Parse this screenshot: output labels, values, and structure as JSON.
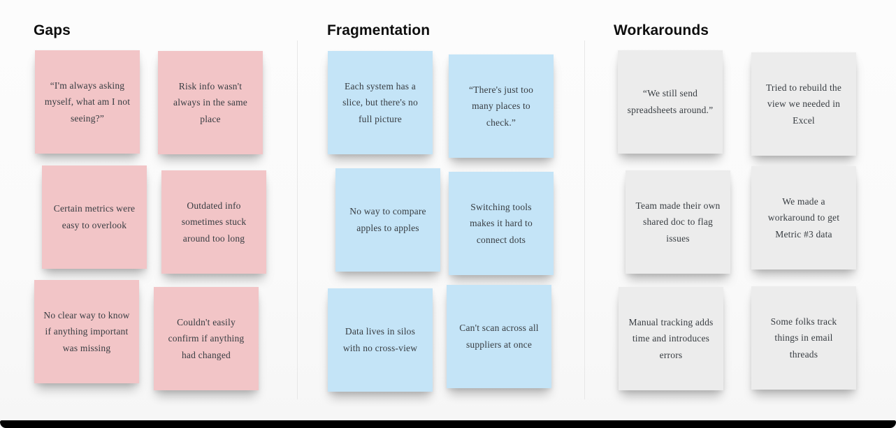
{
  "board": {
    "background_color": "#fafafa",
    "divider_color": "#e7e7e7",
    "bottom_bar_color": "#000000",
    "note_text_color": "#373c41"
  },
  "groups": [
    {
      "title": "Gaps",
      "note_color": "#F2C5C7",
      "notes": [
        "“I'm always asking myself, what am I not seeing?”",
        "Risk info wasn't always in the same place",
        "Certain metrics were easy to overlook",
        "Outdated info sometimes stuck around too long",
        "No clear way to know if anything important was missing",
        "Couldn't easily confirm if anything had changed"
      ]
    },
    {
      "title": "Fragmentation",
      "note_color": "#C4E4F7",
      "notes": [
        "Each system has a slice, but there's no full picture",
        "“There's just too many places to check.”",
        "No way to compare apples to apples",
        "Switching tools makes it hard to connect dots",
        "Data lives in silos with no cross-view",
        "Can't scan across all suppliers at once"
      ]
    },
    {
      "title": "Workarounds",
      "note_color": "#ECECEC",
      "notes": [
        "“We still send spreadsheets around.”",
        "Tried to rebuild the view we needed in Excel",
        "Team made their own shared doc to flag issues",
        "We made a workaround to get Metric #3 data",
        "Manual tracking adds time and introduces errors",
        "Some folks track things in email threads"
      ]
    }
  ]
}
